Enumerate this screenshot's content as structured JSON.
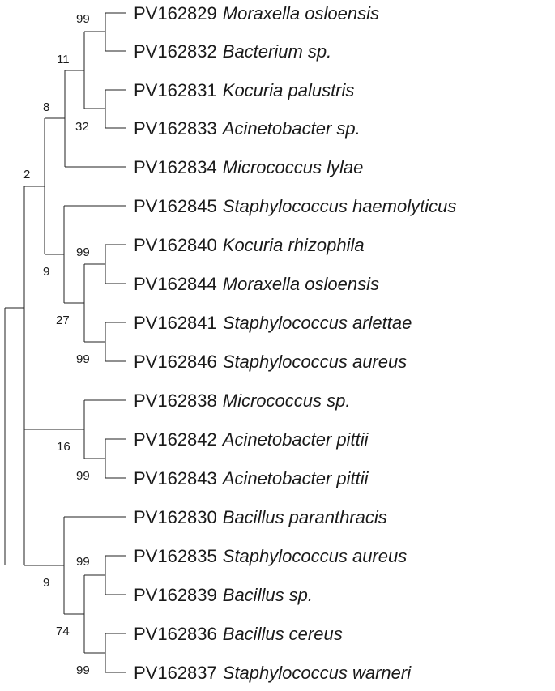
{
  "tree": {
    "leaves": [
      {
        "accession": "PV162829",
        "species": "Moraxella osloensis"
      },
      {
        "accession": "PV162832",
        "species": "Bacterium sp."
      },
      {
        "accession": "PV162831",
        "species": "Kocuria palustris"
      },
      {
        "accession": "PV162833",
        "species": "Acinetobacter sp."
      },
      {
        "accession": "PV162834",
        "species": "Micrococcus lylae"
      },
      {
        "accession": "PV162845",
        "species": "Staphylococcus haemolyticus"
      },
      {
        "accession": "PV162840",
        "species": "Kocuria rhizophila"
      },
      {
        "accession": "PV162844",
        "species": "Moraxella osloensis"
      },
      {
        "accession": "PV162841",
        "species": "Staphylococcus arlettae"
      },
      {
        "accession": "PV162846",
        "species": "Staphylococcus aureus"
      },
      {
        "accession": "PV162838",
        "species": "Micrococcus sp."
      },
      {
        "accession": "PV162842",
        "species": "Acinetobacter pittii"
      },
      {
        "accession": "PV162843",
        "species": "Acinetobacter pittii"
      },
      {
        "accession": "PV162830",
        "species": "Bacillus paranthracis"
      },
      {
        "accession": "PV162835",
        "species": "Staphylococcus aureus"
      },
      {
        "accession": "PV162839",
        "species": "Bacillus sp."
      },
      {
        "accession": "PV162836",
        "species": "Bacillus cereus"
      },
      {
        "accession": "PV162837",
        "species": "Staphylococcus warneri"
      }
    ],
    "bootstrap_values": [
      "99",
      "11",
      "32",
      "8",
      "2",
      "9",
      "99",
      "27",
      "99",
      "16",
      "99",
      "99",
      "9",
      "74",
      "99"
    ]
  }
}
